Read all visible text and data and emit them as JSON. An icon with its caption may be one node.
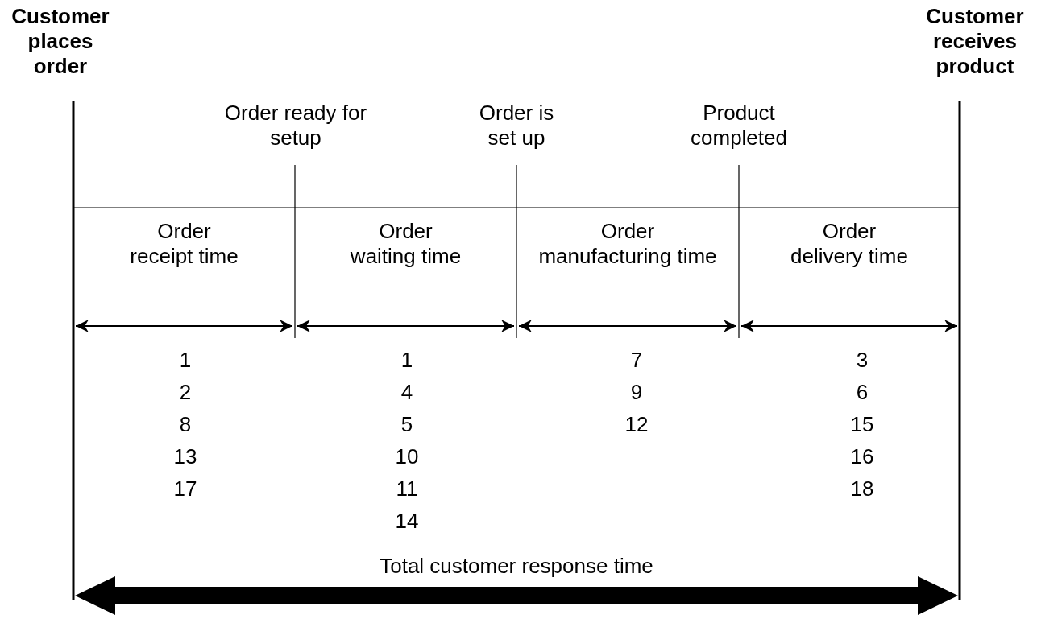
{
  "diagram": {
    "labels": [
      "Customer places order",
      "Customer receives product",
      "Order ready for setup",
      "Order is set up",
      "Product completed",
      "Order receipt time",
      "Order waiting time",
      "Order manufacturing time",
      "Order delivery time",
      "1",
      "1",
      "7",
      "3",
      "2",
      "4",
      "9",
      "6",
      "8",
      "5",
      "12",
      "15",
      "13",
      "10",
      "16",
      "17",
      "11",
      "18",
      "14",
      "Total customer response time"
    ]
  }
}
